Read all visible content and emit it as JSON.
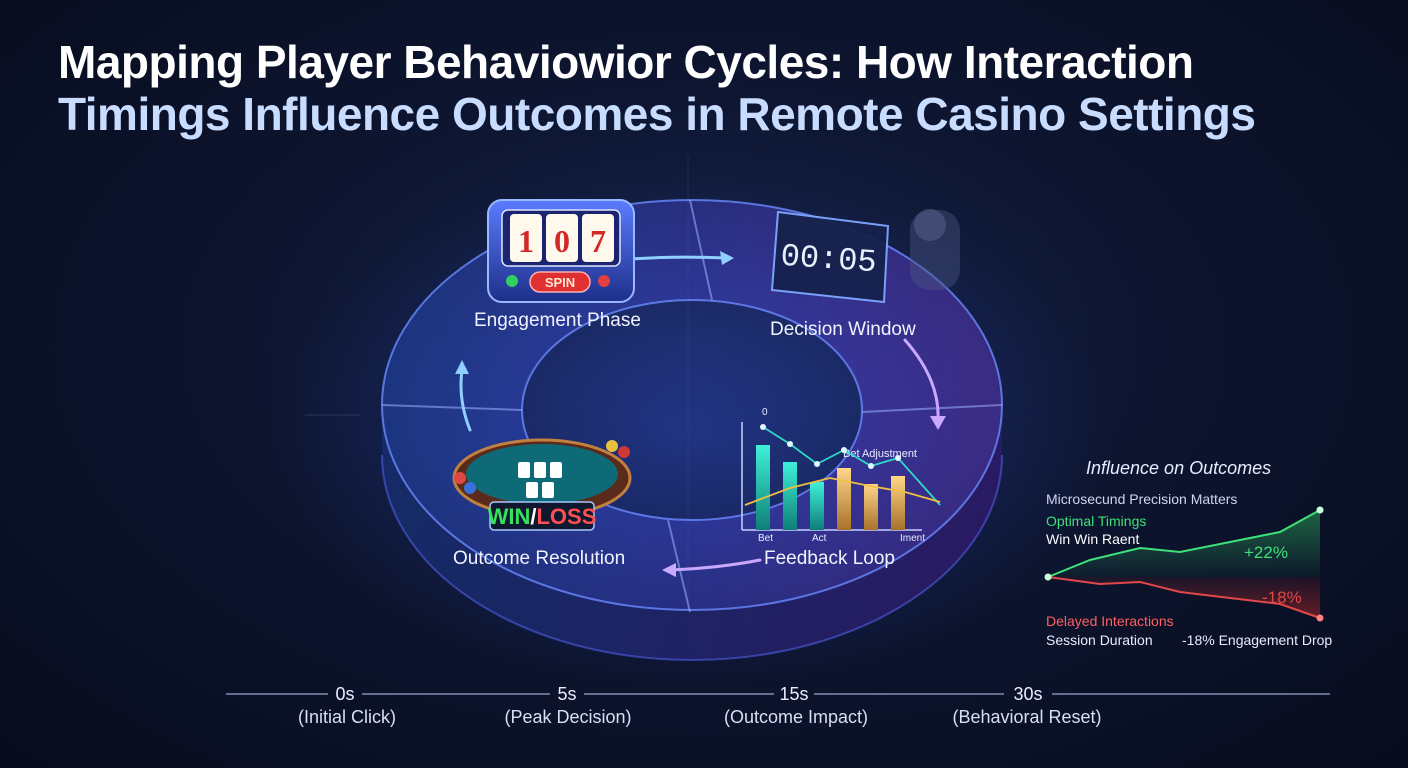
{
  "title": {
    "line1": "Mapping Player Behaviowior Cycles: How Interaction",
    "line2": "Timings Influence Outcomes in Remote Casino Settings"
  },
  "cycle": {
    "phases": [
      {
        "label": "Engagement Phase"
      },
      {
        "label": "Decision Window"
      },
      {
        "label": "Feedback Loop"
      },
      {
        "label": "Outcome Resolution"
      }
    ],
    "slot": {
      "reels": [
        "1",
        "0",
        "7"
      ],
      "button": "SPIN"
    },
    "timer": "00:05",
    "win_loss": {
      "win": "WIN",
      "sep": "/",
      "loss": "LOSS"
    },
    "feedback_chart": {
      "annotation": "Bet Adjustment",
      "marker": "0",
      "axis_labels": [
        "Bet",
        "Act",
        "Iment"
      ],
      "values": [
        0.85,
        0.68,
        0.48,
        0.62,
        0.46,
        0.54
      ],
      "colors": [
        "#2fd8c8",
        "#22b8a8",
        "#22b8a8",
        "#e8b060",
        "#d9a050",
        "#e8b060"
      ]
    }
  },
  "influence": {
    "title": "Influence on Outcomes",
    "subtitle": "Microsecund Precision Matters",
    "optimal_label": "Optimal Timings",
    "win_label": "Win Win Raent",
    "up_value": "+22%",
    "down_value": "-18%",
    "delayed_label": "Delayed Interactions",
    "session_label": "Session Duration",
    "drop_label": "-18% Engagement Drop",
    "green": "#3ee07a",
    "red": "#e04848"
  },
  "timeline": [
    {
      "time": "0s",
      "desc": "(Initial Click)"
    },
    {
      "time": "5s",
      "desc": "(Peak Decision)"
    },
    {
      "time": "15s",
      "desc": "(Outcome Impact)"
    },
    {
      "time": "30s",
      "desc": "(Behavioral Reset)"
    }
  ]
}
